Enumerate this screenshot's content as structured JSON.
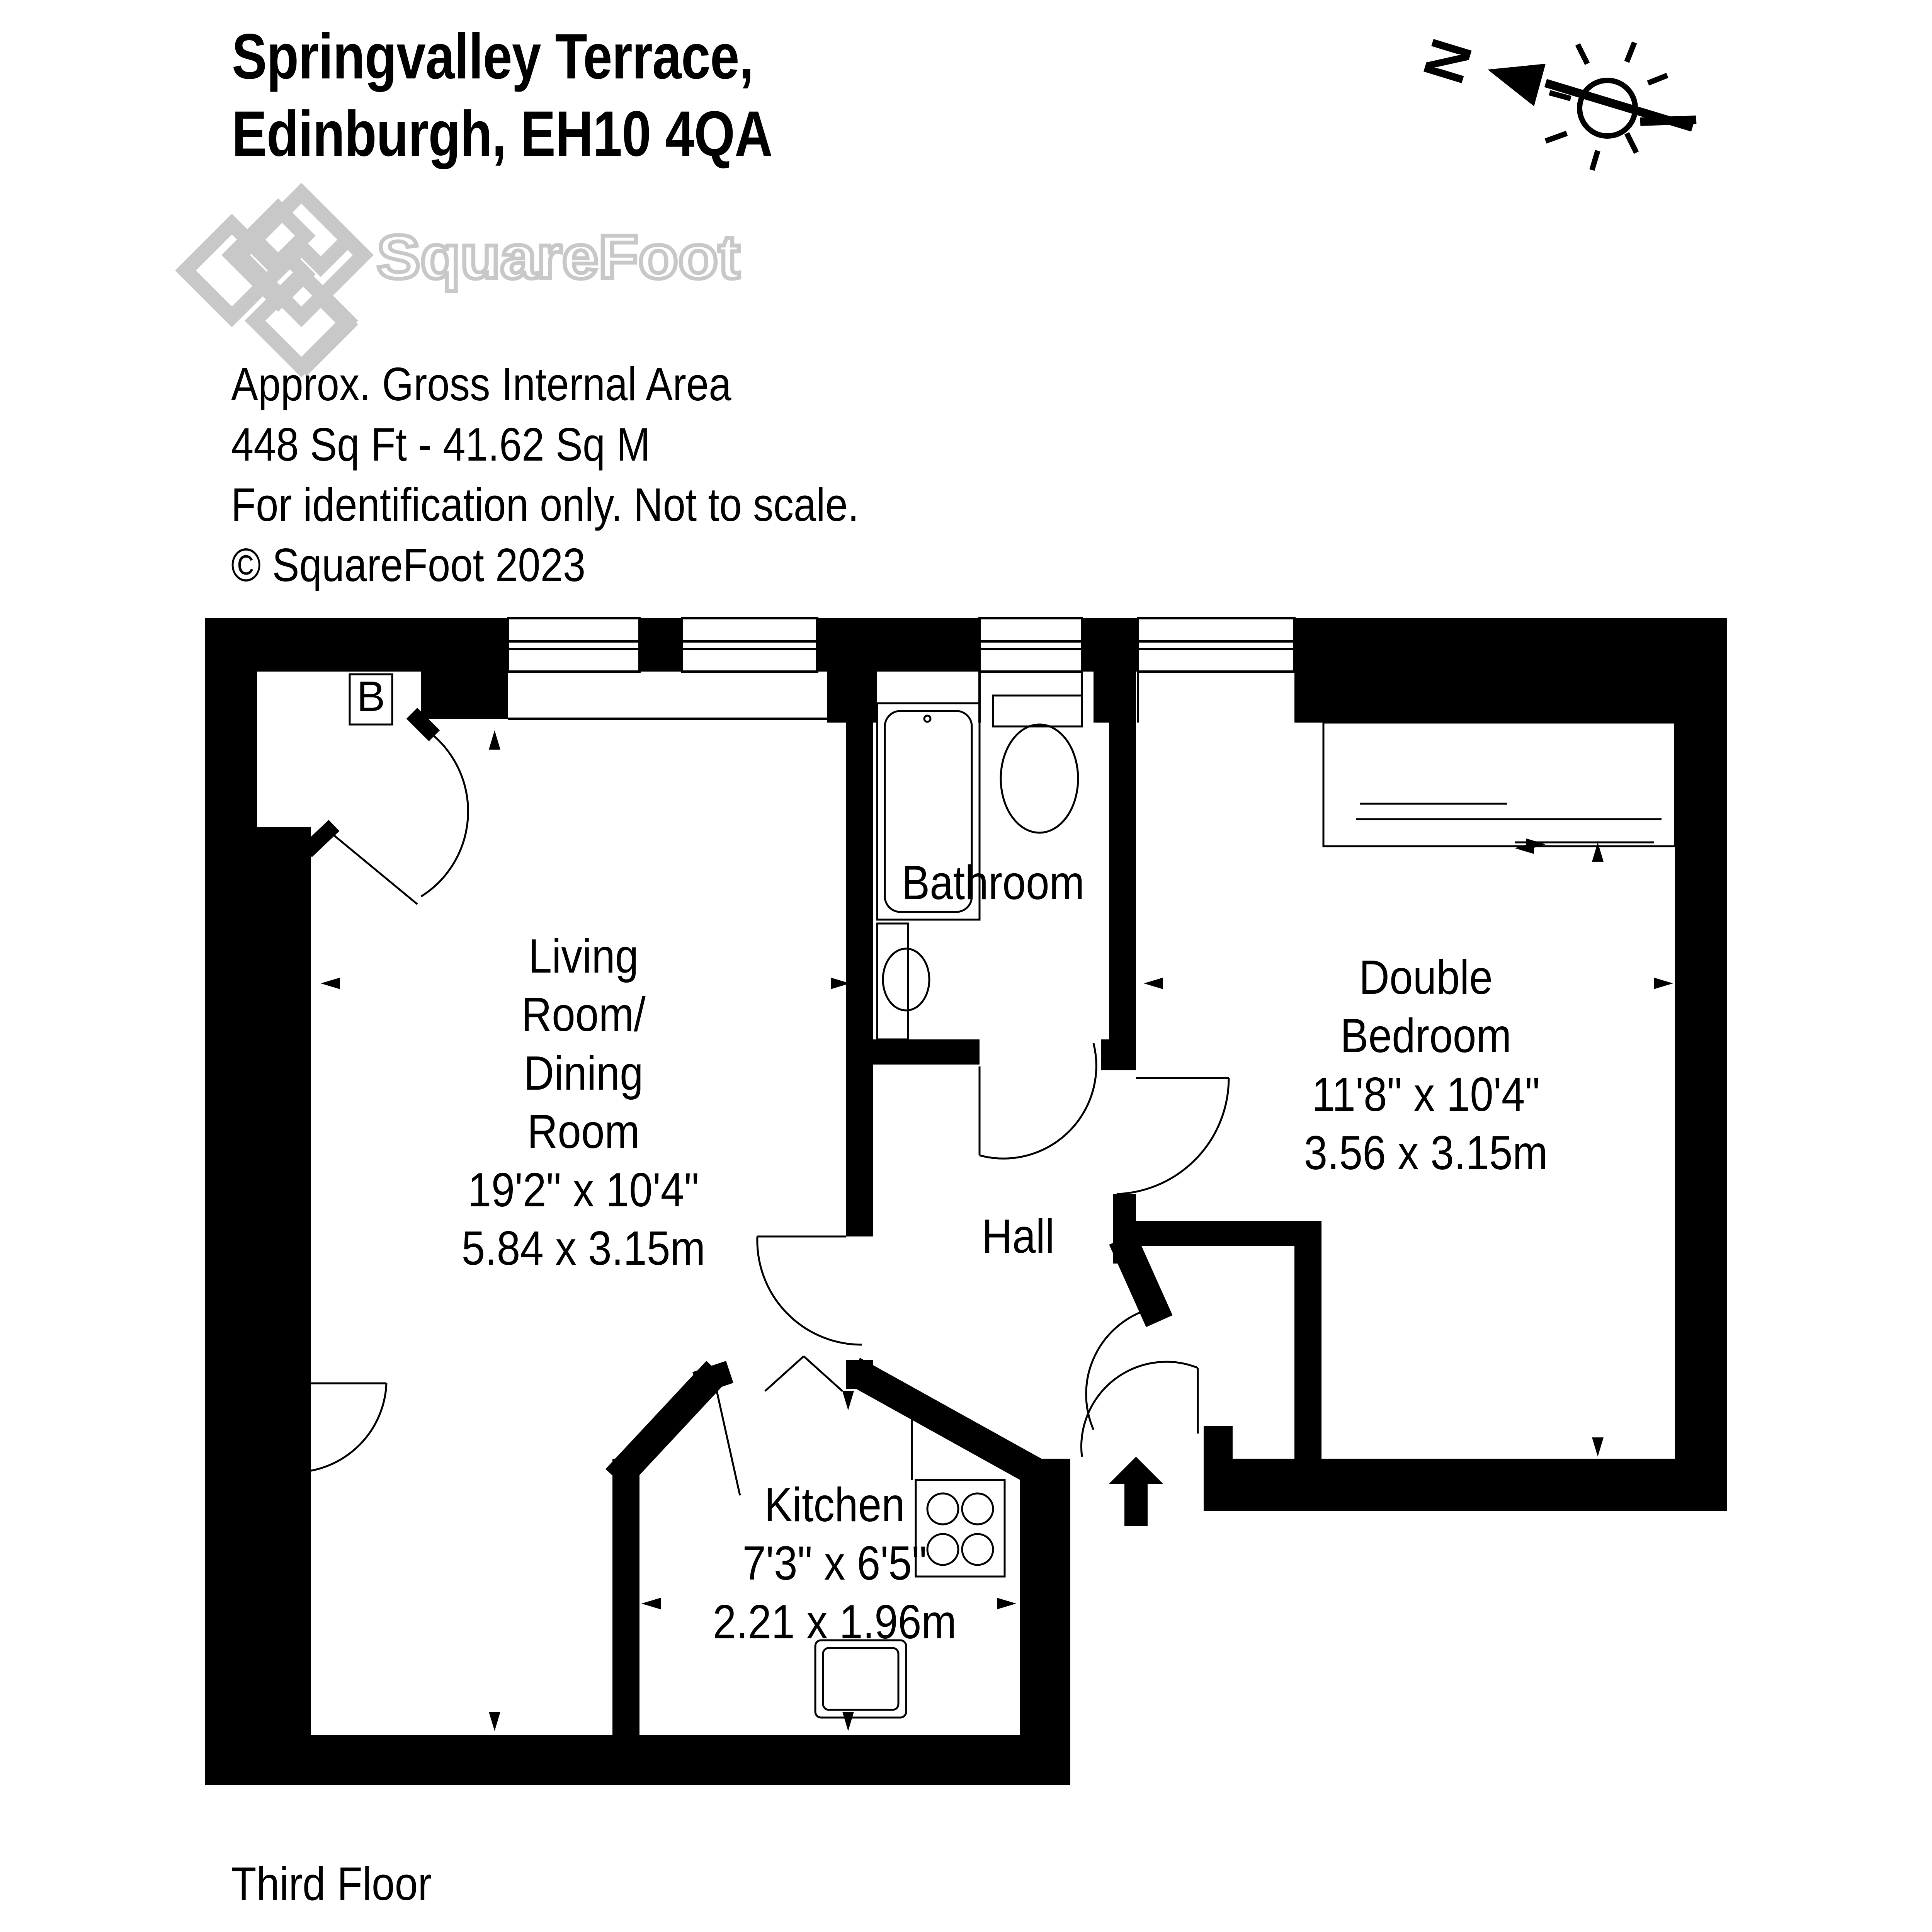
{
  "header": {
    "address_line1": "Springvalley Terrace,",
    "address_line2": "Edinburgh, EH10 4QA"
  },
  "logo": {
    "text": "SquareFoot",
    "icon": "squarefoot-diamond-logo"
  },
  "area_info": {
    "line1": "Approx. Gross Internal Area",
    "line2": "448 Sq Ft  -  41.62 Sq M",
    "line3": "For identification only. Not to scale.",
    "line4": "© SquareFoot 2023"
  },
  "compass": {
    "north_label": "N",
    "icon": "sun-compass-icon"
  },
  "rooms": {
    "living": {
      "name_line1": "Living",
      "name_line2": "Room/",
      "name_line3": "Dining",
      "name_line4": "Room",
      "imperial": "19'2\" x 10'4\"",
      "metric": "5.84 x 3.15m"
    },
    "bathroom": {
      "name": "Bathroom"
    },
    "bedroom": {
      "name_line1": "Double",
      "name_line2": "Bedroom",
      "imperial": "11'8\" x 10'4\"",
      "metric": "3.56 x 3.15m"
    },
    "hall": {
      "name": "Hall"
    },
    "kitchen": {
      "name": "Kitchen",
      "imperial": "7'3\" x 6'5\"",
      "metric": "2.21 x 1.96m"
    },
    "boiler": {
      "label": "B"
    }
  },
  "footer": {
    "floor_label": "Third Floor"
  },
  "colors": {
    "wall": "#000000",
    "logo_gray": "#c8c8c8",
    "background": "#ffffff"
  }
}
